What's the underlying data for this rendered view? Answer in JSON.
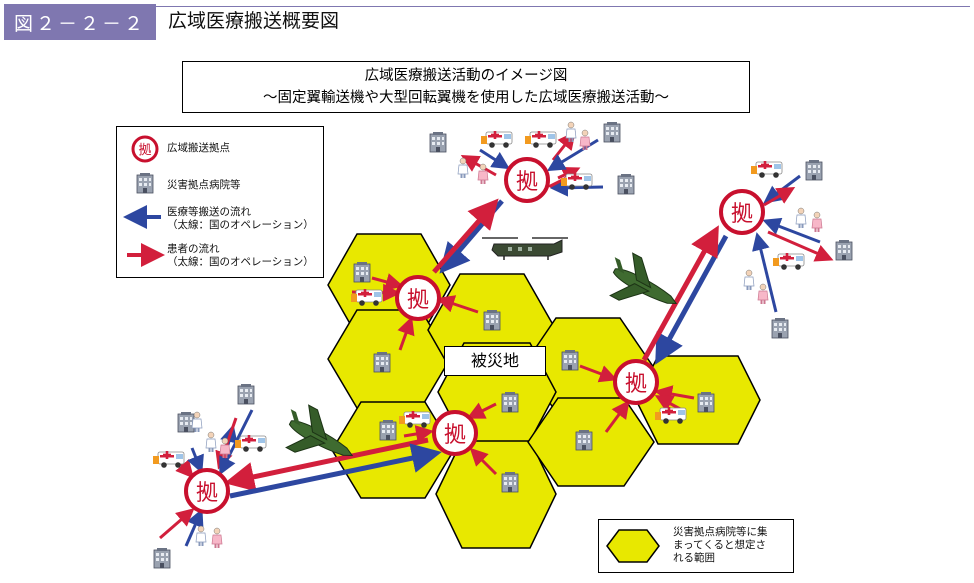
{
  "header": {
    "figure_number": "図２－２－２",
    "title": "広域医療搬送概要図"
  },
  "diagram": {
    "title_line1": "広域医療搬送活動のイメージ図",
    "title_line2": "～固定翼輸送機や大型回転翼機を使用した広域医療搬送活動～",
    "disaster_area_label": "被災地",
    "hub_char": "拠"
  },
  "legend": {
    "hub": "広域搬送拠点",
    "hospital": "災害拠点病院等",
    "medical_flow_line1": "医療等搬送の流れ",
    "medical_flow_line2": "（太線：国のオペレーション）",
    "patient_flow_line1": "患者の流れ",
    "patient_flow_line2": "（太線：国のオペレーション）",
    "area_line1": "災害拠点病院等に集",
    "area_line2": "まってくると想定さ",
    "area_line3": "れる範囲"
  },
  "colors": {
    "header_bg": "#7f77b0",
    "hex_fill": "#e8e800",
    "hub_red": "#c8102e",
    "blue_arrow": "#2d47a0",
    "red_arrow": "#d21f3c"
  }
}
